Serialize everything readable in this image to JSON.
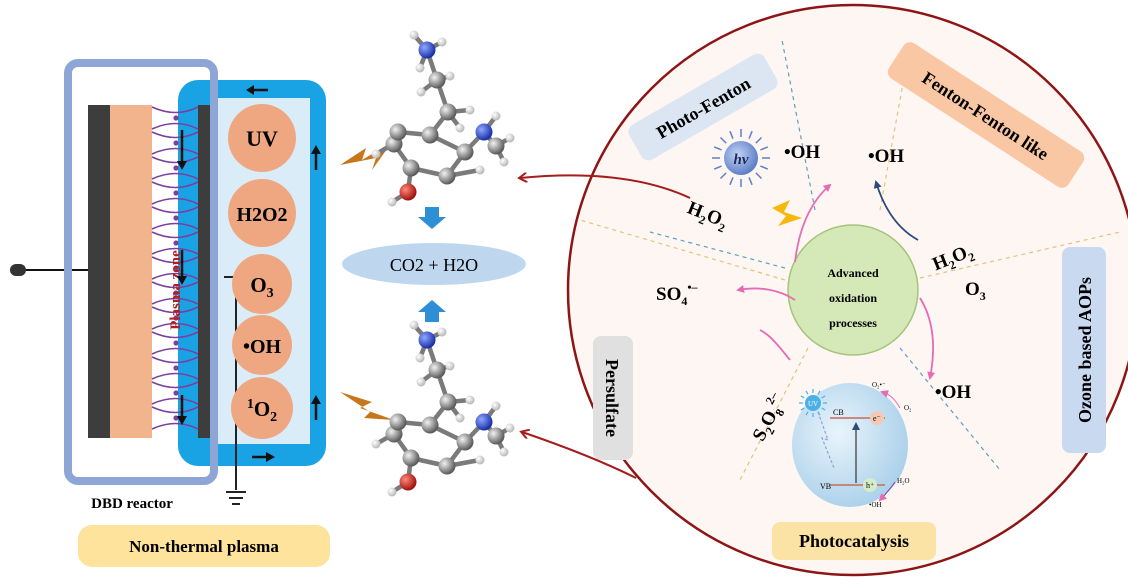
{
  "left_panel": {
    "reactor_label": "DBD reactor",
    "plasma_zone_label": "Plasma zone",
    "species": [
      {
        "id": "uv",
        "text": "UV"
      },
      {
        "id": "h2o2",
        "text": "H2O2"
      },
      {
        "id": "o3",
        "base": "O",
        "sub": "3"
      },
      {
        "id": "oh",
        "text": "•OH"
      },
      {
        "id": "singlet-o2",
        "sup": "1",
        "base": "O",
        "sub": "2"
      }
    ],
    "caption": "Non-thermal plasma"
  },
  "center": {
    "products": "CO2 + H2O"
  },
  "aop_wheel": {
    "hub_lines": [
      "Advanced",
      "oxidation",
      "processes"
    ],
    "sectors": [
      {
        "id": "photo-fenton",
        "label": "Photo-Fenton",
        "color": "#dce6f3"
      },
      {
        "id": "fenton",
        "label": "Fenton-Fenton like",
        "color": "#f9c7a4"
      },
      {
        "id": "ozone",
        "label": "Ozone based AOPs",
        "color": "#c9daf0"
      },
      {
        "id": "photocatalysis",
        "label": "Photocatalysis",
        "color": "#fbe3a6"
      },
      {
        "id": "persulfate",
        "label": "Persulfate",
        "color": "#e0e0e0"
      }
    ],
    "species": {
      "hv": "hv",
      "oh_photofenton": "•OH",
      "oh_fenton": "•OH",
      "h2o2_left": {
        "base": "H",
        "sub1": "2",
        "mid": "O",
        "sub2": "2"
      },
      "h2o2_right": {
        "base": "H",
        "sub1": "2",
        "mid": "O",
        "sub2": "2"
      },
      "o3": {
        "base": "O",
        "sub": "3"
      },
      "oh_ozone": "•OH",
      "so4": {
        "base": "SO",
        "sub": "4",
        "sup": "•–"
      },
      "s2o8": {
        "a": "S",
        "s1": "2",
        "b": "O",
        "s2": "8",
        "sup": "2–"
      }
    },
    "photocatalyst": {
      "uv": "UV",
      "cb": "CB",
      "vb": "VB",
      "electron": "e⁻",
      "hole": "h⁺",
      "o2_radical": "O₂•⁻",
      "o2": "O₂",
      "h2o": "H₂O",
      "oh": "•OH"
    }
  },
  "colors": {
    "reactor_outline": "#8ea6d6",
    "blue_channel": "#1aa3e4",
    "electrode_dark": "#3d3d3d",
    "dielectric": "#f2b48c",
    "species_circle": "#eea781",
    "discharge": "#7b3fa0",
    "bolt": "#c8761a",
    "arrow_red": "#a51c1c",
    "arrow_pink": "#e66bb4",
    "arrow_navy": "#2e4a7a",
    "wheel_fill": "#fdf6f3",
    "hub_fill": "#d5e8b8",
    "products_fill": "#bfd7ee"
  }
}
